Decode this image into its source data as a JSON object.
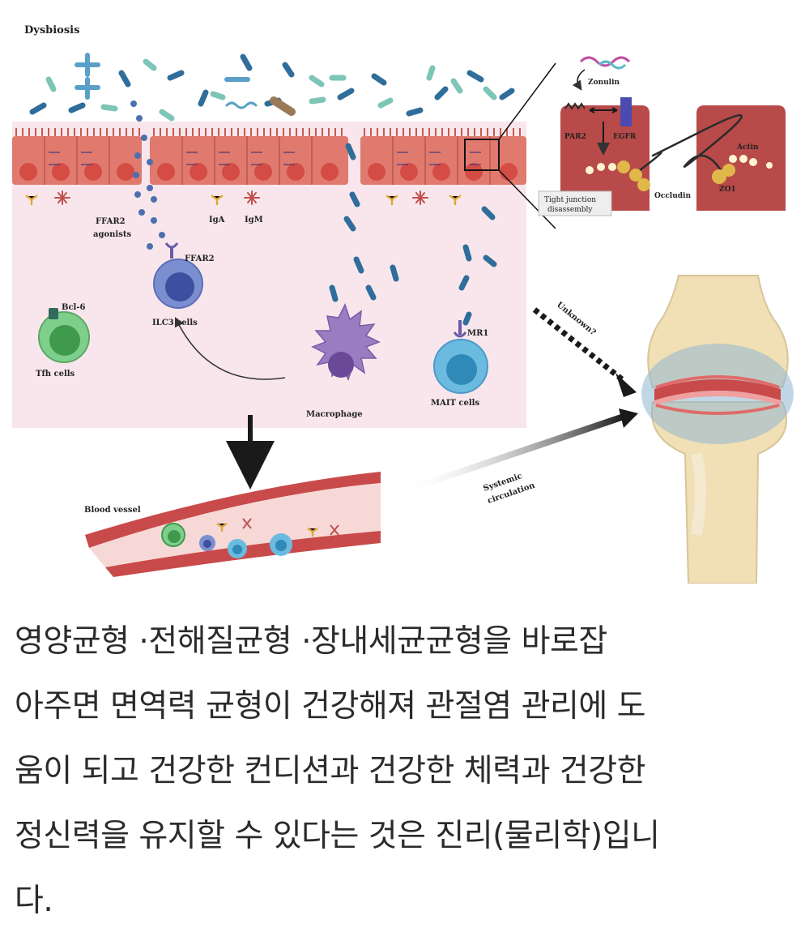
{
  "figure": {
    "labels": {
      "dysbiosis": "Dysbiosis",
      "zonulin": "Zonulin",
      "par2": "PAR2",
      "egfr": "EGFR",
      "actin": "Actin",
      "occludin": "Occludin",
      "zo1": "ZO1",
      "tight_junction_1": "Tight junction",
      "tight_junction_2": "disassembly",
      "ffar2_agonists_1": "FFAR2",
      "ffar2_agonists_2": "agonists",
      "iga": "IgA",
      "igm": "IgM",
      "ffar2": "FFAR2",
      "ilc3": "ILC3 cells",
      "bcl6": "Bcl-6",
      "tfh": "Tfh cells",
      "mr1": "MR1",
      "mait": "MAIT cells",
      "macrophage": "Macrophage",
      "unknown": "Unknown?",
      "blood_vessel": "Blood vessel",
      "systemic_1": "Systemic",
      "systemic_2": "circulation"
    },
    "colors": {
      "epithelium": "#e07a6e",
      "lamina_propria": "#f8e6ec",
      "bacteria_blue": "#2f6d9a",
      "bacteria_teal": "#7dc5b7",
      "ilc3": "#7b8fd0",
      "tfh": "#7fcf8c",
      "mait": "#6bbbe0",
      "macrophage": "#9a7cc0",
      "vessel": "#c94a4a",
      "bone": "#f1dfb6"
    }
  },
  "caption": {
    "lines": [
      "영양균형 ·전해질균형 ·장내세균균형을 바로잡",
      "아주면 면역력 균형이 건강해져 관절염 관리에 도",
      "움이 되고 건강한 컨디션과 건강한 체력과 건강한",
      "정신력을 유지할 수 있다는 것은 진리(물리학)입니",
      "다."
    ]
  }
}
